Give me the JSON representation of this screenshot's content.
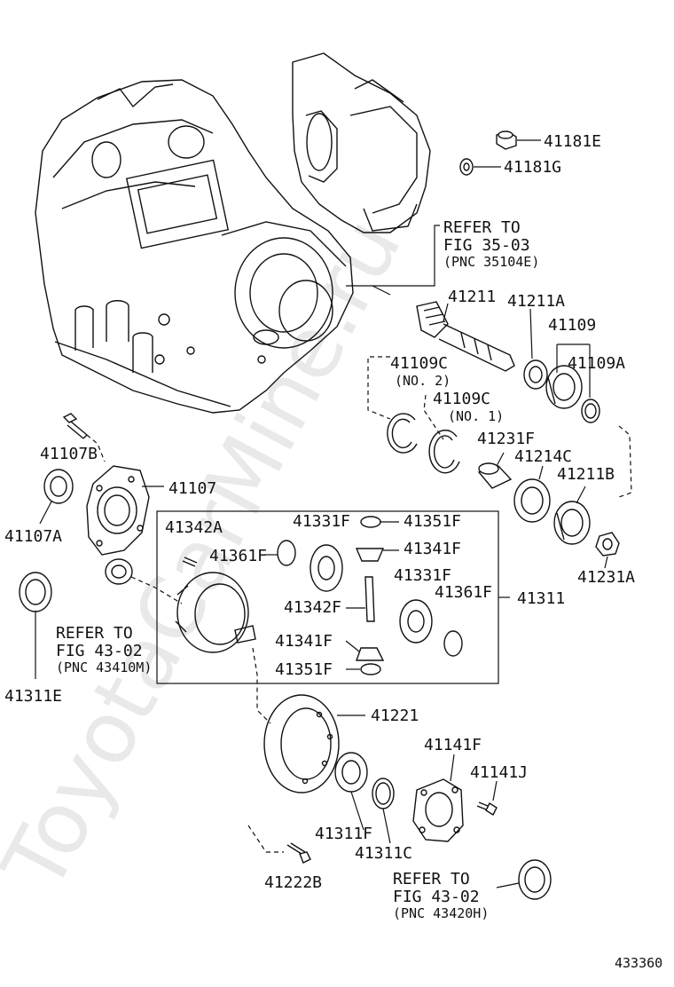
{
  "watermark": "ToyotaCarMine.ru",
  "diagram_id": "433360",
  "refs": {
    "ref1": {
      "line1": "REFER TO",
      "line2": "FIG 35-03",
      "line3": "(PNC 35104E)"
    },
    "ref2": {
      "line1": "REFER TO",
      "line2": "FIG 43-02",
      "line3": "(PNC 43410M)"
    },
    "ref3": {
      "line1": "REFER TO",
      "line2": "FIG 43-02",
      "line3": "(PNC 43420H)"
    }
  },
  "parts": {
    "p41181E": "41181E",
    "p41181G": "41181G",
    "p41211": "41211",
    "p41211A": "41211A",
    "p41109": "41109",
    "p41109C_a": "41109C",
    "p41109C_a_note": "(NO. 2)",
    "p41109A": "41109A",
    "p41109C_b": "41109C",
    "p41109C_b_note": "(NO. 1)",
    "p41231F": "41231F",
    "p41214C": "41214C",
    "p41211B": "41211B",
    "p41231A": "41231A",
    "p41107B": "41107B",
    "p41107": "41107",
    "p41107A": "41107A",
    "p41342A": "41342A",
    "p41361F_a": "41361F",
    "p41331F_a": "41331F",
    "p41351F_a": "41351F",
    "p41341F_a": "41341F",
    "p41342F": "41342F",
    "p41331F_b": "41331F",
    "p41361F_b": "41361F",
    "p41311": "41311",
    "p41341F_b": "41341F",
    "p41351F_b": "41351F",
    "p41311E": "41311E",
    "p41221": "41221",
    "p41141F": "41141F",
    "p41141J": "41141J",
    "p41311F": "41311F",
    "p41311C": "41311C",
    "p41222B": "41222B"
  }
}
